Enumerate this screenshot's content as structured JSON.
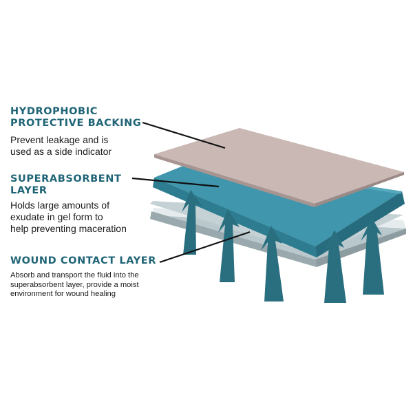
{
  "layers": [
    {
      "id": "backing",
      "title_lines": [
        "HYDROPHOBIC",
        "PROTECTIVE BACKING"
      ],
      "description_lines": [
        "Prevent leakage and  is",
        "used as a side indicator"
      ],
      "color": "#c9b8b3"
    },
    {
      "id": "superabsorbent",
      "title_lines": [
        "SUPERABSORBENT",
        "LAYER"
      ],
      "description_lines": [
        "Holds large amounts of",
        "exudate in gel form to",
        "help preventing maceration"
      ],
      "color": "#3a8fa6"
    },
    {
      "id": "wound-contact",
      "title_lines": [
        "WOUND CONTACT LAYER"
      ],
      "description_lines": [
        "Absorb and transport the fluid into the",
        "superabsorbent layer, provide a moist",
        "environment for wound healing"
      ],
      "color": "#b9c8cc"
    }
  ],
  "colors": {
    "heading": "#1f6476",
    "arrow": "#2a6f7f",
    "text": "#1a1a1a"
  }
}
